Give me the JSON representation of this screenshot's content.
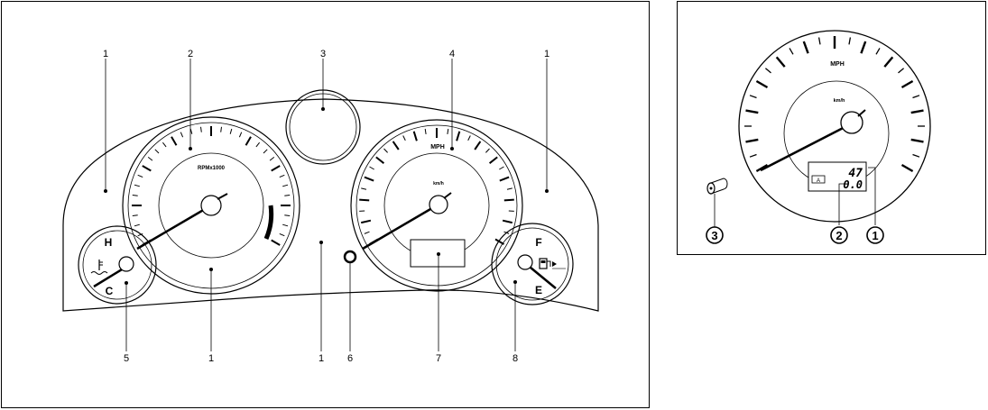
{
  "callouts_left": [
    {
      "id": "c1a",
      "text": "1"
    },
    {
      "id": "c2",
      "text": "2"
    },
    {
      "id": "c3",
      "text": "3"
    },
    {
      "id": "c4",
      "text": "4"
    },
    {
      "id": "c1b",
      "text": "1"
    },
    {
      "id": "c5",
      "text": "5"
    },
    {
      "id": "c1c",
      "text": "1"
    },
    {
      "id": "c1d",
      "text": "1"
    },
    {
      "id": "c6",
      "text": "6"
    },
    {
      "id": "c7",
      "text": "7"
    },
    {
      "id": "c8",
      "text": "8"
    }
  ],
  "tachometer": {
    "label": "RPMx1000"
  },
  "speedometer": {
    "unit_main": "MPH",
    "unit_sub": "km/h"
  },
  "temp_gauge": {
    "hot": "H",
    "cold": "C"
  },
  "fuel_gauge": {
    "full": "F",
    "empty": "E"
  },
  "inset": {
    "unit_main": "MPH",
    "unit_sub": "km/h",
    "odo_value": "47",
    "trip_value": "0.0",
    "trip_mode": "A",
    "callouts": [
      {
        "text": "3"
      },
      {
        "text": "2"
      },
      {
        "text": "1"
      }
    ]
  }
}
